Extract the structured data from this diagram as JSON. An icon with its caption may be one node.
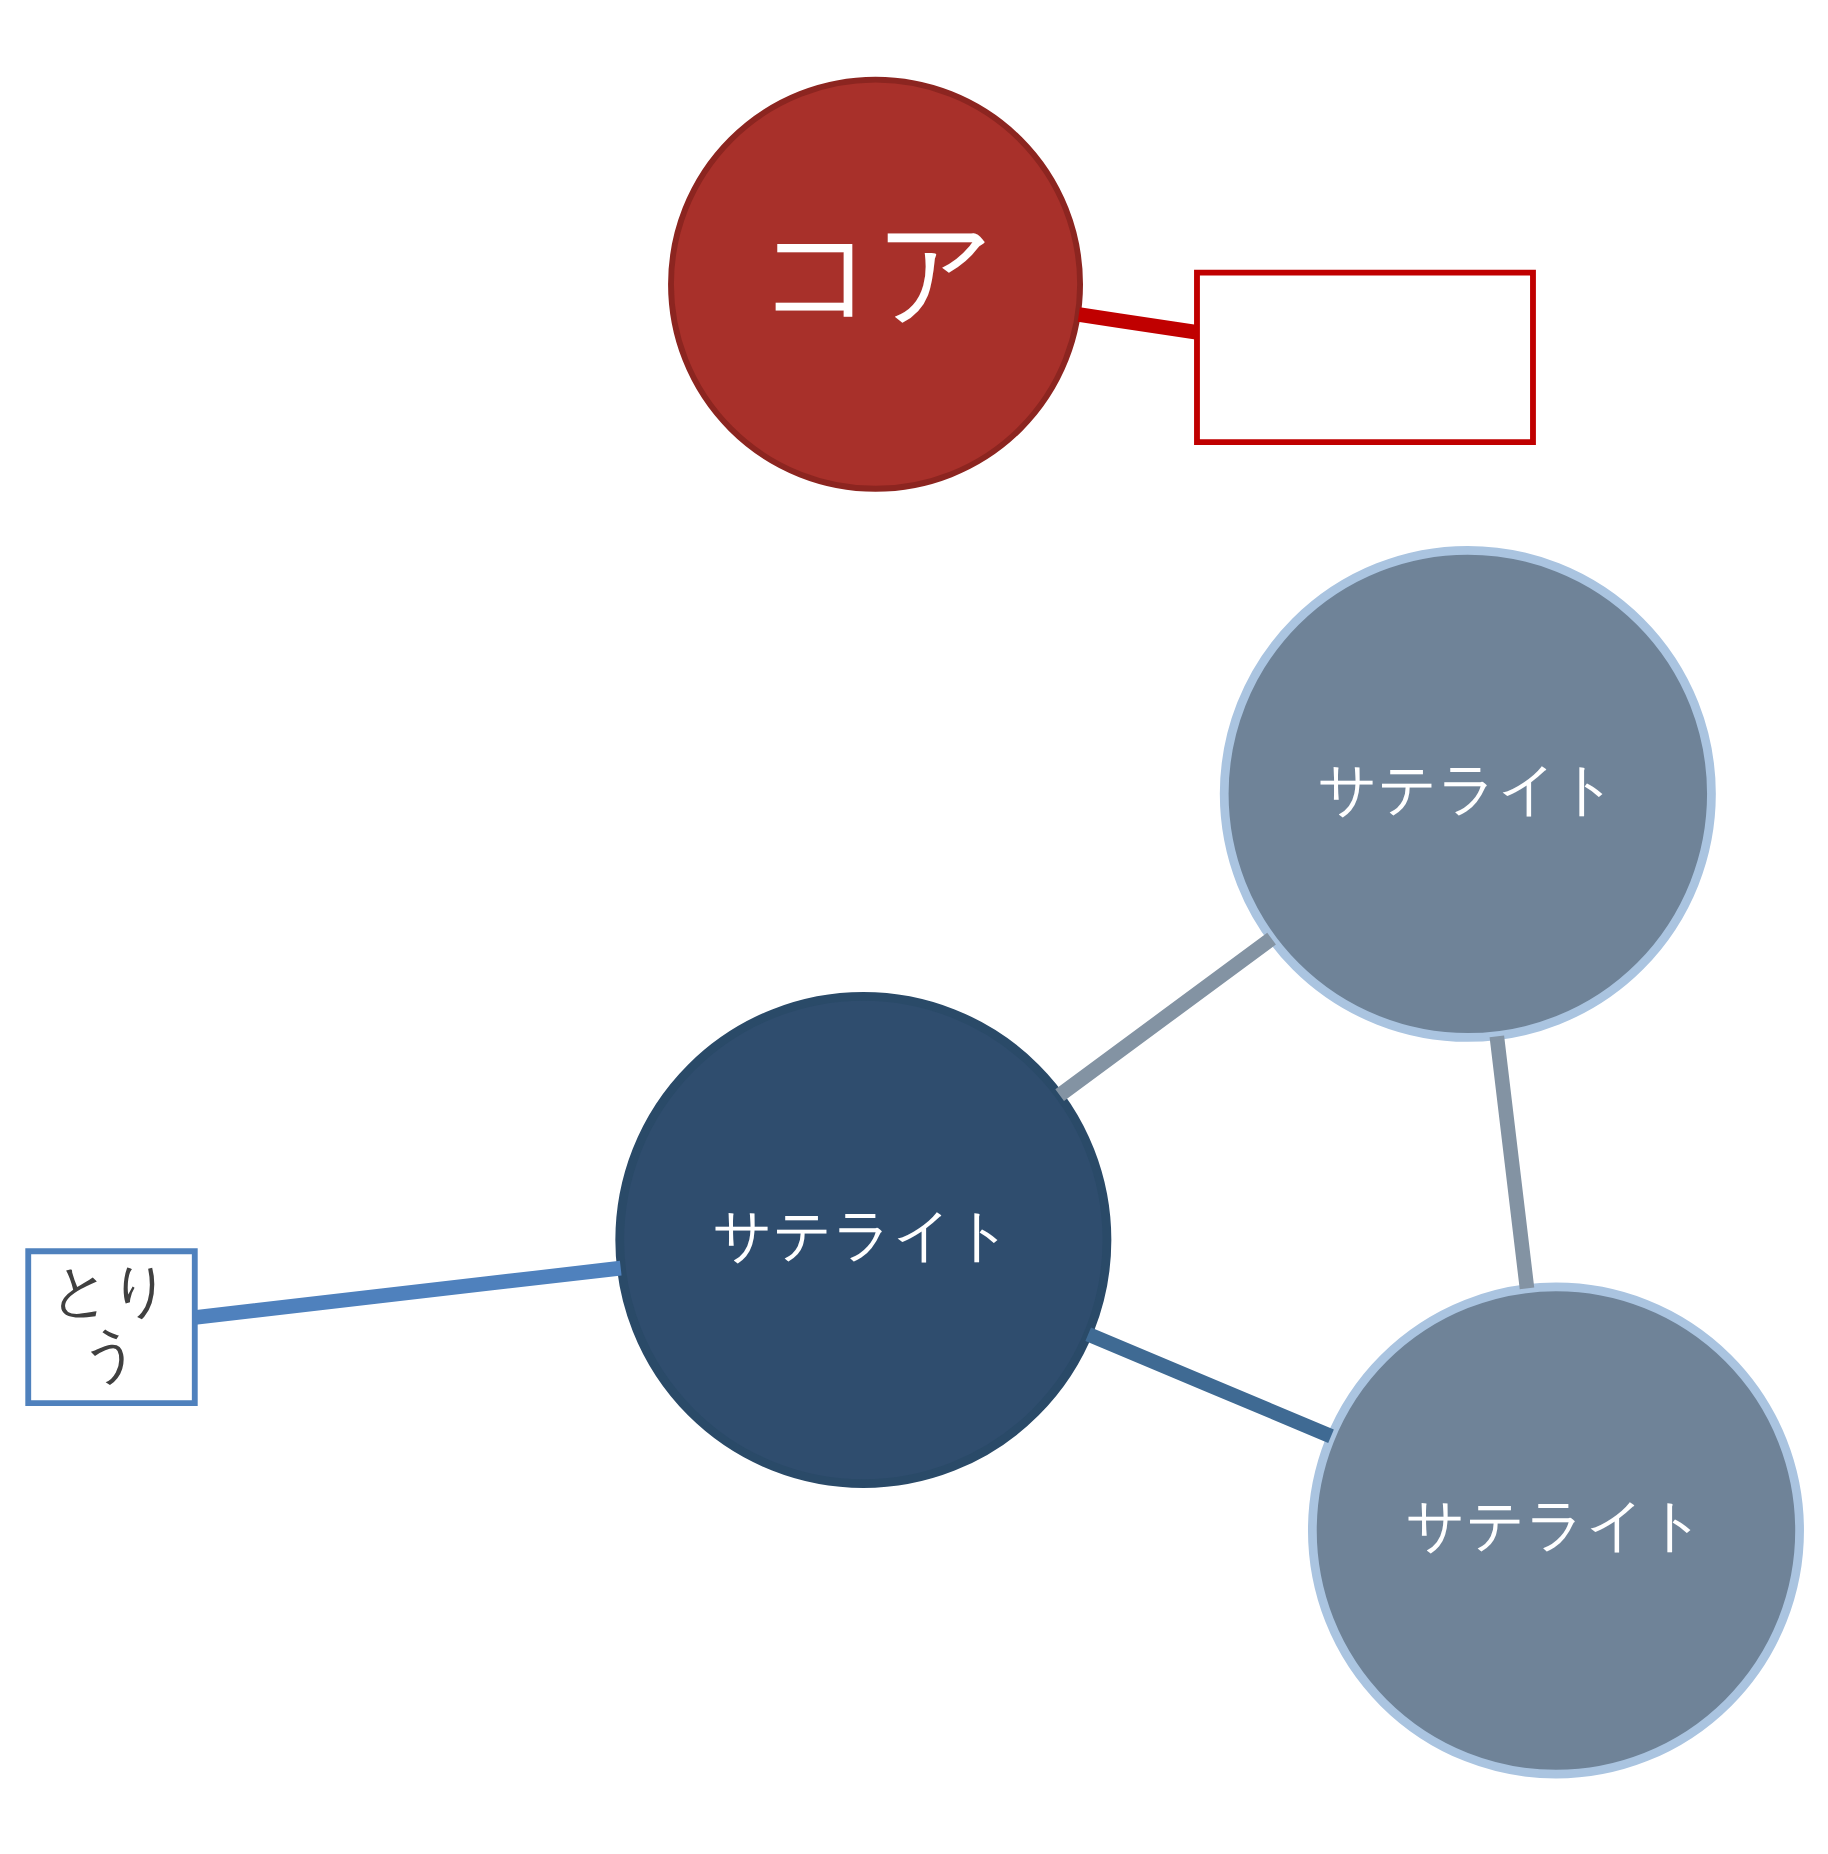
{
  "diagram": {
    "nodes": [
      {
        "text": [
          "とり",
          "う"
        ]
      },
      {
        "text": [
          "サテライト"
        ]
      },
      {
        "text": [
          "コア"
        ]
      },
      {
        "text": [
          "サテライト"
        ]
      },
      {
        "text": [
          "サテライト"
        ]
      },
      {
        "text": [],
        "shape": "box"
      }
    ],
    "edges": [
      {
        "from": 0,
        "to": 1,
        "arrow": "none",
        "color": "#4f81bd"
      },
      {
        "from": 1,
        "to": 3,
        "arrow": "none",
        "color": "#3f6a93"
      },
      {
        "from": 3,
        "to": 4,
        "arrow": "none"
      },
      {
        "from": 4,
        "to": 1,
        "arrow": "none"
      },
      {
        "from": 2,
        "to": 5,
        "arrow": "none",
        "color": "#c00000"
      }
    ]
  }
}
